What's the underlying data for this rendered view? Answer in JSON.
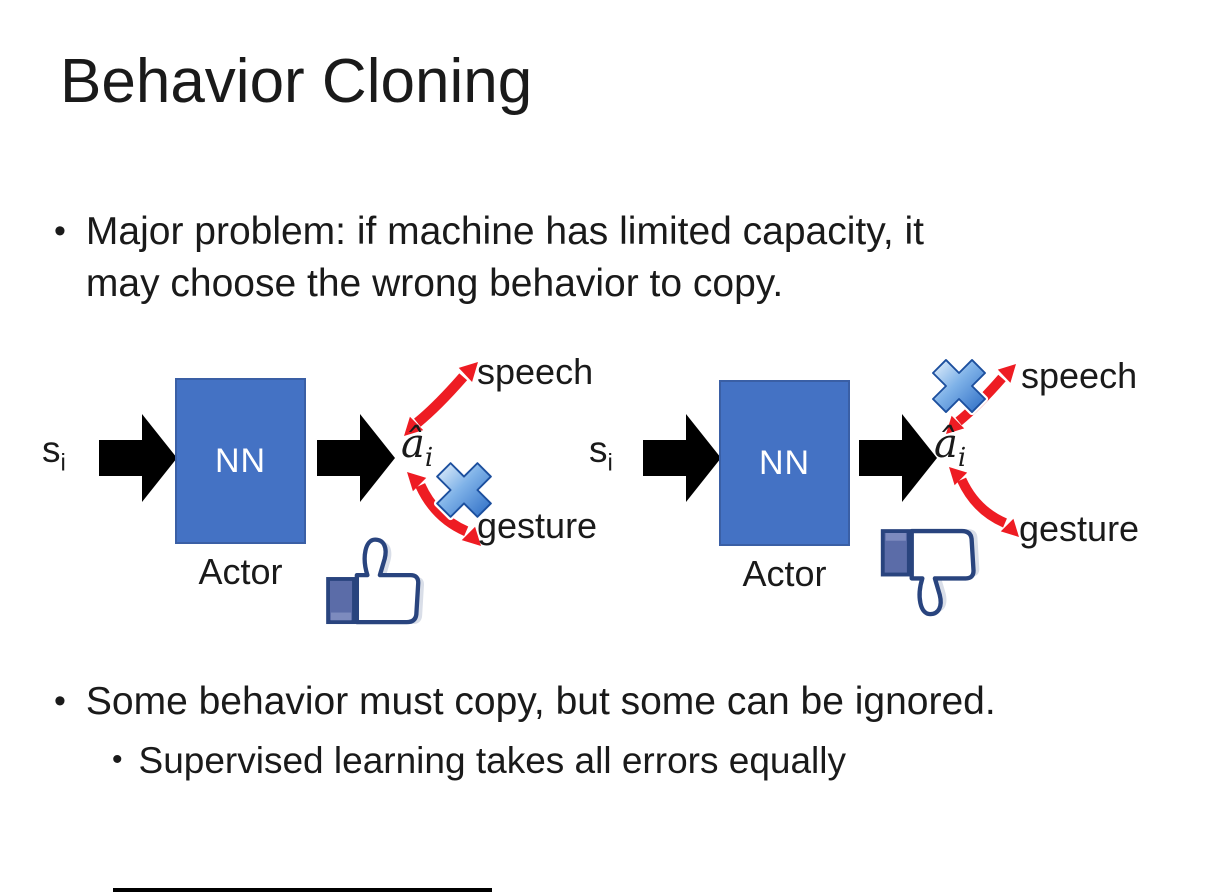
{
  "slide": {
    "title": "Behavior Cloning",
    "bullets": {
      "marker": "•",
      "major_problem_line1": "Major problem: if machine has limited capacity, it",
      "major_problem_line2": "may choose the wrong behavior to copy.",
      "some_behavior": "Some behavior must copy, but some can be ignored.",
      "supervised": "Supervised learning takes all errors equally"
    },
    "diagram": {
      "state_symbol": "s",
      "state_sub": "i",
      "nn_label": "NN",
      "actor_label": "Actor",
      "action_symbol": "â",
      "action_sub": "i",
      "speech_label": "speech",
      "gesture_label": "gesture"
    },
    "icons": {
      "black_arrow": "right-block-arrow",
      "red_arrow": "red-double-headed-arrow",
      "cross": "blue-cross-reject",
      "thumb_up": "thumbs-up",
      "thumb_down": "thumbs-down"
    },
    "colors": {
      "background": "#FFFFFF",
      "text": "#1A1A1A",
      "nn_fill": "#4472C4",
      "nn_border": "#3A5FA5",
      "nn_text": "#FFFFFF",
      "arrow_black": "#000000",
      "arrow_red": "#EE1C23",
      "cross_blue": "#4A86D8",
      "thumb_outline": "#29447E",
      "thumb_cuff": "#5B6CA8"
    }
  }
}
